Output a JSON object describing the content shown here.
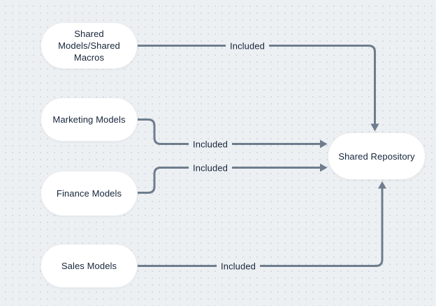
{
  "diagram": {
    "type": "flowchart",
    "canvas": {
      "background_color": "#edf0f3",
      "dot_grid_color": "#d4dae1",
      "line_color": "#6e7d8d",
      "node_fill": "#ffffff",
      "text_color": "#16243a"
    },
    "nodes": [
      {
        "id": "shared-models-shared-macros",
        "label": "Shared Models/Shared Macros",
        "shape": "stadium"
      },
      {
        "id": "marketing-models",
        "label": "Marketing Models",
        "shape": "stadium"
      },
      {
        "id": "finance-models",
        "label": "Finance Models",
        "shape": "stadium"
      },
      {
        "id": "sales-models",
        "label": "Sales Models",
        "shape": "stadium"
      },
      {
        "id": "shared-repository",
        "label": "Shared Repository",
        "shape": "stadium"
      }
    ],
    "edges": [
      {
        "from": "shared-models-shared-macros",
        "to": "shared-repository",
        "label": "Included",
        "enters_target": "top"
      },
      {
        "from": "marketing-models",
        "to": "shared-repository",
        "label": "Included",
        "enters_target": "left"
      },
      {
        "from": "finance-models",
        "to": "shared-repository",
        "label": "Included",
        "enters_target": "left"
      },
      {
        "from": "sales-models",
        "to": "shared-repository",
        "label": "Included",
        "enters_target": "bottom"
      }
    ]
  }
}
